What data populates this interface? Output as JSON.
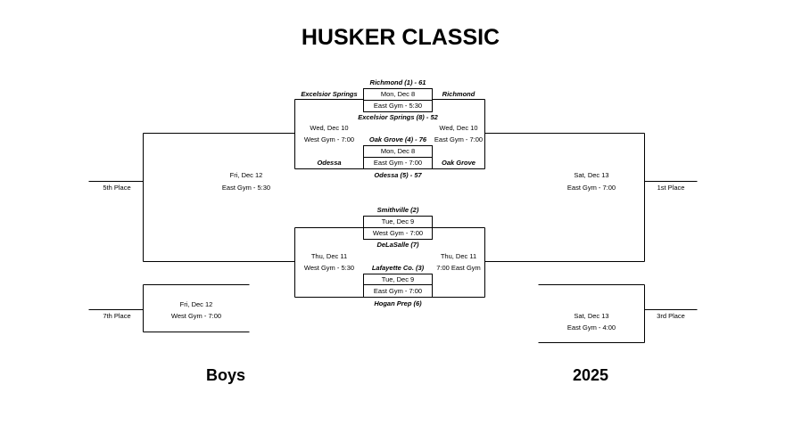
{
  "title": "HUSKER CLASSIC",
  "footer": {
    "left": "Boys",
    "right": "2025"
  },
  "quarterfinals": {
    "top": {
      "team1": "Richmond (1) - 61",
      "date": "Mon, Dec 8",
      "location": "East Gym - 5:30",
      "team2": "Excelsior Springs (8) - 52",
      "winner": "Richmond",
      "loser": "Excelsior Springs"
    },
    "second": {
      "team1": "Oak Grove (4) - 76",
      "date": "Mon, Dec 8",
      "location": "East Gym - 7:00",
      "team2": "Odessa (5) - 57",
      "winner": "Oak Grove",
      "loser": "Odessa"
    },
    "third": {
      "team1": "Smithville (2)",
      "date": "Tue, Dec 9",
      "location": "West Gym - 7:00",
      "team2": "DeLaSalle (7)"
    },
    "bottom": {
      "team1": "Lafayette Co. (3)",
      "date": "Tue, Dec 9",
      "location": "East Gym - 7:00",
      "team2": "Hogan Prep (6)"
    }
  },
  "semifinals": {
    "winners_top": {
      "date": "Wed, Dec 10",
      "location": "East Gym - 7:00"
    },
    "consolation_top": {
      "date": "Wed, Dec 10",
      "location": "West Gym - 7:00"
    },
    "winners_bottom": {
      "date": "Thu, Dec 11",
      "location": "7:00 East Gym"
    },
    "consolation_bottom": {
      "date": "Thu, Dec 11",
      "location": "West Gym - 5:30"
    }
  },
  "finals": {
    "first": {
      "label": "1st Place",
      "date": "Sat, Dec 13",
      "location": "East Gym - 7:00"
    },
    "third": {
      "label": "3rd Place",
      "date": "Sat, Dec 13",
      "location": "East Gym - 4:00"
    },
    "fifth": {
      "label": "5th Place",
      "date": "Fri, Dec 12",
      "location": "East Gym - 5:30"
    },
    "seventh": {
      "label": "7th Place",
      "date": "Fri, Dec 12",
      "location": "West Gym - 7:00"
    }
  }
}
